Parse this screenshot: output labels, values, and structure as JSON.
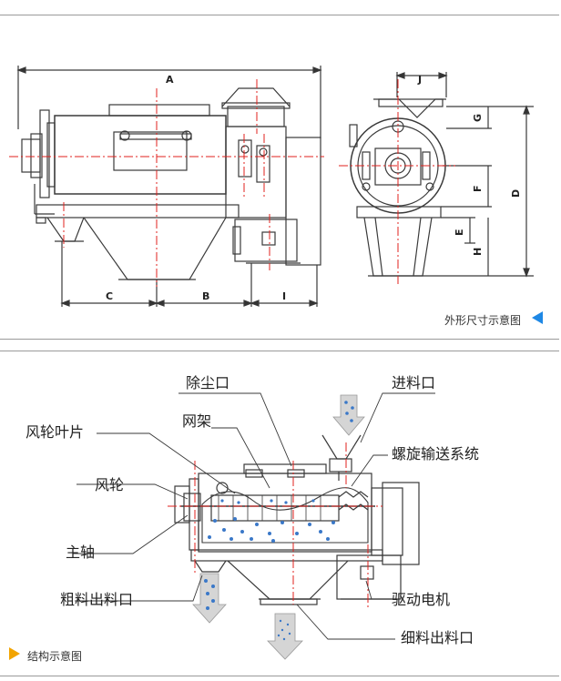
{
  "top_panel": {
    "caption": "外形尺寸示意图",
    "dimensions": {
      "A": "A",
      "B": "B",
      "C": "C",
      "I": "I",
      "J": "J",
      "G": "G",
      "F": "F",
      "D": "D",
      "E": "E",
      "H": "H"
    }
  },
  "bottom_panel": {
    "caption": "结构示意图",
    "labels": {
      "dust_outlet": "除尘口",
      "feed_inlet": "进料口",
      "fan_blade": "风轮叶片",
      "screen_frame": "网架",
      "screw_conveyor": "螺旋输送系统",
      "fan_wheel": "风轮",
      "main_shaft": "主轴",
      "coarse_outlet": "粗料出料口",
      "drive_motor": "驱动电机",
      "fine_outlet": "细料出料口"
    }
  },
  "colors": {
    "line": "#3a3a3a",
    "centerline": "#e0201c",
    "blue_arrow": "#1e88e5",
    "orange_arrow": "#f2a400",
    "particle": "#3a78c8",
    "flow_arrow": "#cccccc"
  }
}
